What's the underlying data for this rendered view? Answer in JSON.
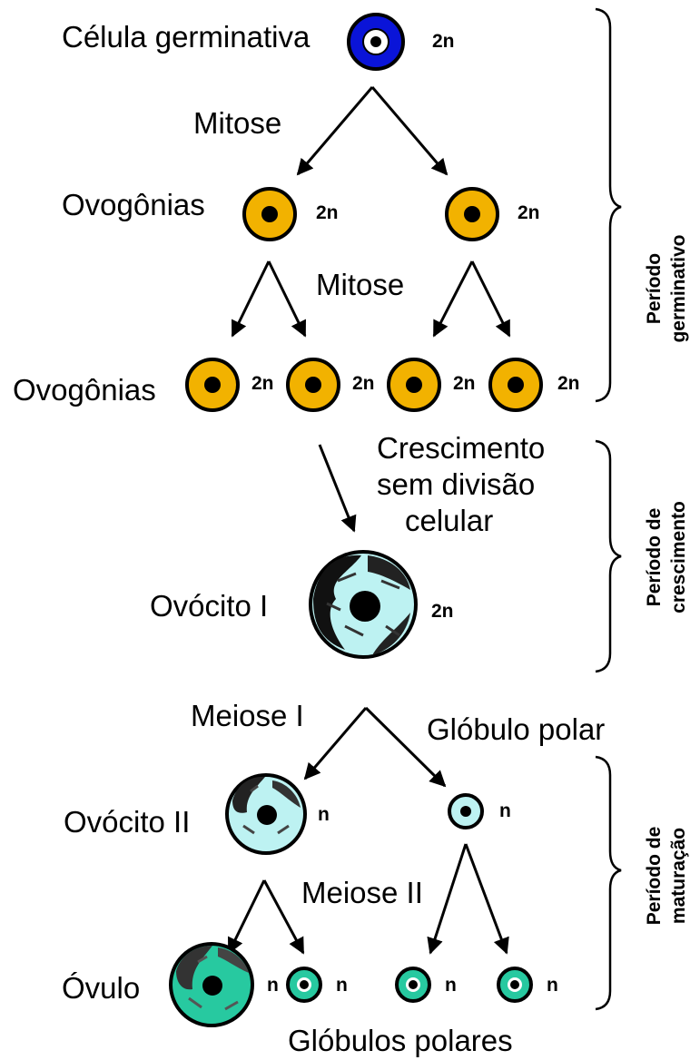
{
  "labels": {
    "celula_germinativa": "Célula germinativa",
    "mitose_1": "Mitose",
    "ovogonias_1": "Ovogônias",
    "mitose_2": "Mitose",
    "ovogonias_2": "Ovogônias",
    "crescimento_line1": "Crescimento",
    "crescimento_line2": "sem  divisão",
    "crescimento_line3": "celular",
    "ovocito_1": "Ovócito I",
    "meiose_1": "Meiose I",
    "globulo_polar": "Glóbulo polar",
    "ovocito_2": "Ovócito II",
    "meiose_2": "Meiose II",
    "ovulo": "Óvulo",
    "globulos_polares": "Glóbulos polares"
  },
  "ploidy": {
    "diploid": "2n",
    "haploid": "n"
  },
  "periods": {
    "germinativo_line1": "Período",
    "germinativo_line2": "germinativo",
    "crescimento_line1": "Período de",
    "crescimento_line2": "crescimento",
    "maturacao_line1": "Período de",
    "maturacao_line2": "maturação"
  },
  "colors": {
    "germ_cell": "#0a14d8",
    "oogonia": "#f2b200",
    "oocyte": "#bdf2f2",
    "ovum_accent": "#27c9a0",
    "nucleus": "#000000",
    "outline": "#000000"
  }
}
